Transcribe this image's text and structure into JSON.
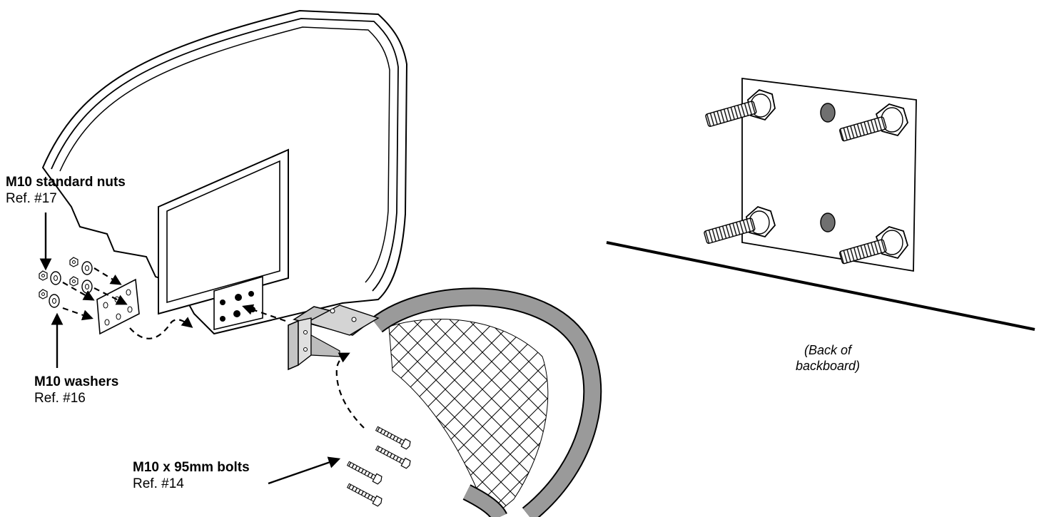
{
  "callouts": {
    "nuts": {
      "name": "M10 standard nuts",
      "ref": "Ref. #17"
    },
    "washers": {
      "name": "M10 washers",
      "ref": "Ref. #16"
    },
    "bolts": {
      "name": "M10 x 95mm bolts",
      "ref": "Ref. #14"
    }
  },
  "caption": {
    "line1": "(Back of",
    "line2": "backboard)"
  },
  "colors": {
    "ink": "#000000",
    "rim": "#9a9a9a",
    "bracket": "#c4c4c4",
    "hole": "#707070"
  },
  "icons": [
    "hex-nut-icon",
    "washer-icon",
    "bolt-icon",
    "mounting-plate-icon",
    "arrow-icon"
  ]
}
